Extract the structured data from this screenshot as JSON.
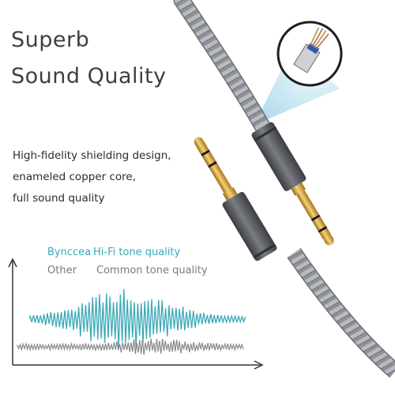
{
  "headline": {
    "line1": "Superb",
    "line2": "Sound Quality"
  },
  "description": {
    "line1": "High-fidelity shielding design,",
    "line2": "enameled copper core,",
    "line3": "full sound quality"
  },
  "legend": {
    "brand_name": "Bynccea",
    "brand_desc": "Hi-Fi tone quality",
    "other_name": "Other",
    "other_desc": "Common tone quality"
  },
  "colors": {
    "hifi_wave": "#3aa9b8",
    "common_wave": "#8a8a8a",
    "cable_braid": "#8d8f96",
    "plug_gold": "#d6a63a",
    "connector_housing": "#55575d",
    "zoom_callout": "#bfe3ef"
  },
  "icons": {
    "cable": "braided-audio-cable-icon",
    "plug_top": "gold-3.5mm-plug-icon",
    "plug_bottom": "gold-3.5mm-plug-icon",
    "zoom": "copper-core-zoom-icon"
  }
}
